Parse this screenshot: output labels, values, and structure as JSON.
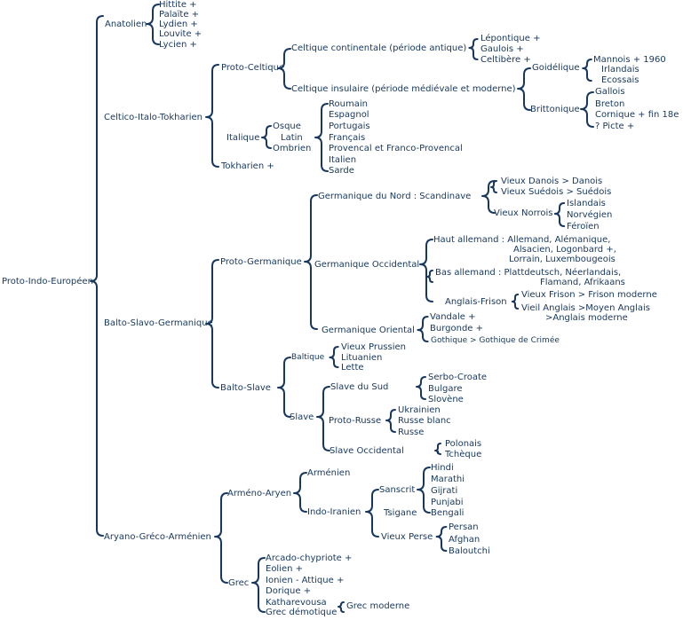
{
  "root": "Proto-Indo-Européen",
  "anatolien": {
    "label": "Anatolien",
    "langs": [
      "Hittite +",
      "Palaïte +",
      "Lydien +",
      "Louvite +",
      "Lycien +"
    ]
  },
  "cit": {
    "label": "Celtico-Italo-Tokharien",
    "proto_celtique": "Proto-Celtique",
    "celt_cont": "Celtique continentale (période antique)",
    "celt_cont_langs": [
      "Lépontique +",
      "Gaulois +",
      "Celtibère +"
    ],
    "celt_ins": "Celtique insulaire (période médiévale et moderne)",
    "goidelique": "Goidélique",
    "goidelique_langs": [
      "Mannois + 1960",
      "Irlandais",
      "Ecossais"
    ],
    "brittonique": "Brittonique",
    "brittonique_langs": [
      "Gallois",
      "Breton",
      "Cornique + fin 18e",
      "? Picte +"
    ],
    "italique": "Italique",
    "osque": "Osque",
    "latin": "Latin",
    "ombrien": "Ombrien",
    "romance": [
      "Roumain",
      "Espagnol",
      "Portugais",
      "Français",
      "Provencal et Franco-Provencal",
      "Italien",
      "Sarde"
    ],
    "tokharien": "Tokharien +"
  },
  "bsg": {
    "label": "Balto-Slavo-Germanique",
    "proto_germanique": "Proto-Germanique",
    "germ_nord": "Germanique du Nord : Scandinave",
    "vieux_danois": "Vieux Danois > Danois",
    "vieux_suedois": "Vieux Suédois > Suédois",
    "vieux_norrois": "Vieux Norrois",
    "norrois_langs": [
      "Islandais",
      "Norvégien",
      "Féroïen"
    ],
    "germ_occ": "Germanique Occidental",
    "haut_allemand_1": "Haut allemand : Allemand, Alémanique,",
    "haut_allemand_2": "Alsacien, Logonbard +,",
    "haut_allemand_3": "Lorrain, Luxembougeois",
    "bas_allemand_1": "Bas allemand : Plattdeutsch, Néerlandais,",
    "bas_allemand_2": "Flamand, Afrikaans",
    "anglais_frison": "Anglais-Frison",
    "vieux_frison": "Vieux Frison > Frison moderne",
    "vieil_anglais_1": "Vieil Anglais >Moyen Anglais",
    "vieil_anglais_2": ">Anglais moderne",
    "germ_or": "Germanique Oriental",
    "vandale": "Vandale +",
    "burgonde": "Burgonde +",
    "gothique": "Gothique > Gothique de Crimée",
    "balto_slave": "Balto-Slave",
    "baltique": "Baltique",
    "baltique_langs": [
      "Vieux Prussien",
      "Lituanien",
      "Lette"
    ],
    "slave": "Slave",
    "slave_sud": "Slave du Sud",
    "slave_sud_langs": [
      "Serbo-Croate",
      "Bulgare",
      "Slovène"
    ],
    "proto_russe": "Proto-Russe",
    "proto_russe_langs": [
      "Ukrainien",
      "Russe blanc",
      "Russe"
    ],
    "slave_occ": "Slave Occidental",
    "slave_occ_langs": [
      "Polonais",
      "Tchèque"
    ]
  },
  "aga": {
    "label": "Aryano-Gréco-Arménien",
    "armeno_aryen": "Arméno-Aryen",
    "armenien": "Arménien",
    "indo_iranien": "Indo-Iranien",
    "sanscrit": "Sanscrit",
    "tsigane": "Tsigane",
    "indic_langs": [
      "Hindi",
      "Marathi",
      "Gijrati",
      "Punjabi",
      "Bengali"
    ],
    "vieux_perse": "Vieux Perse",
    "perse_langs": [
      "Persan",
      "Afghan",
      "Baloutchi"
    ],
    "grec": "Grec",
    "grec_langs": [
      "Arcado-chypriote +",
      "Eolien +",
      "Ionien - Attique +",
      "Dorique +",
      "Katharevousa",
      "Grec démotique"
    ],
    "grec_moderne": "Grec moderne"
  },
  "colors": {
    "ink": "#17375e",
    "background": "#ffffff"
  }
}
